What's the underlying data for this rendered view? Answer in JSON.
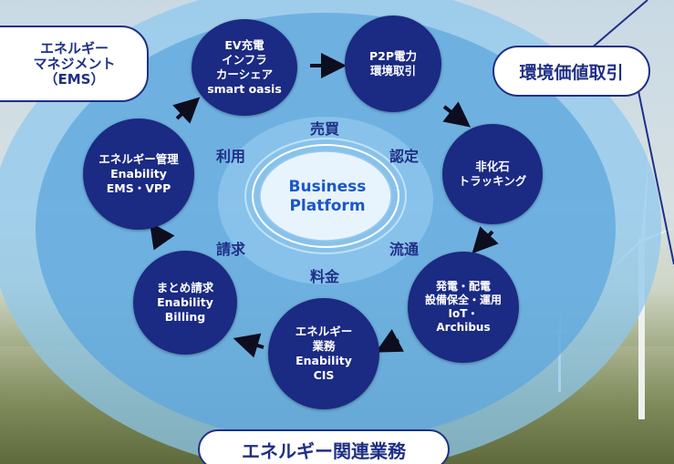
{
  "outer_labels": {
    "ems": "エネルギー\nマネジメント\n（EMS）",
    "environment_trading": "環境価値取引",
    "energy_business": "エネルギー関連業務"
  },
  "core": {
    "label": "Business\nPlatform"
  },
  "ring_labels": {
    "buy_sell": "売買",
    "certify": "認定",
    "distribute": "流通",
    "fee": "料金",
    "billing": "請求",
    "use": "利用"
  },
  "nodes": {
    "ev": "EV充電\nインフラ\nカーシェア\nsmart oasis",
    "p2p": "P2P電力\n環境取引",
    "non_fossil": "非化石\nトラッキング",
    "generation": "発電・配電\n設備保全・運用\nIoT・\nArchibus",
    "energy_ops": "エネルギー\n業務\nEnability\nCIS",
    "billing": "まとめ請求\nEnability\nBilling",
    "management": "エネルギー管理\nEnability\nEMS・VPP"
  },
  "colors": {
    "node_fill": "#1b2a82",
    "outer_ring": "#6fb4e4",
    "inner_ring": "#3f93d6",
    "core_text": "#1a57c9",
    "label_navy": "#1f2f86"
  }
}
